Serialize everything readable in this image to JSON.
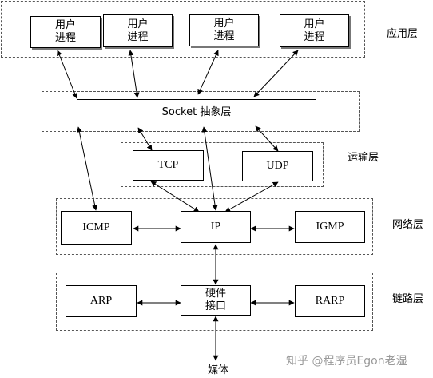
{
  "layers": {
    "app": "应用层",
    "transport": "运输层",
    "network": "网络层",
    "link": "链路层"
  },
  "user_process": "用户\n进程",
  "socket": "Socket 抽象层",
  "tcp": "TCP",
  "udp": "UDP",
  "icmp": "ICMP",
  "ip": "IP",
  "igmp": "IGMP",
  "arp": "ARP",
  "hw": "硬件\n接口",
  "rarp": "RARP",
  "media": "媒体",
  "watermark": "知乎 @程序员Egon老湿"
}
